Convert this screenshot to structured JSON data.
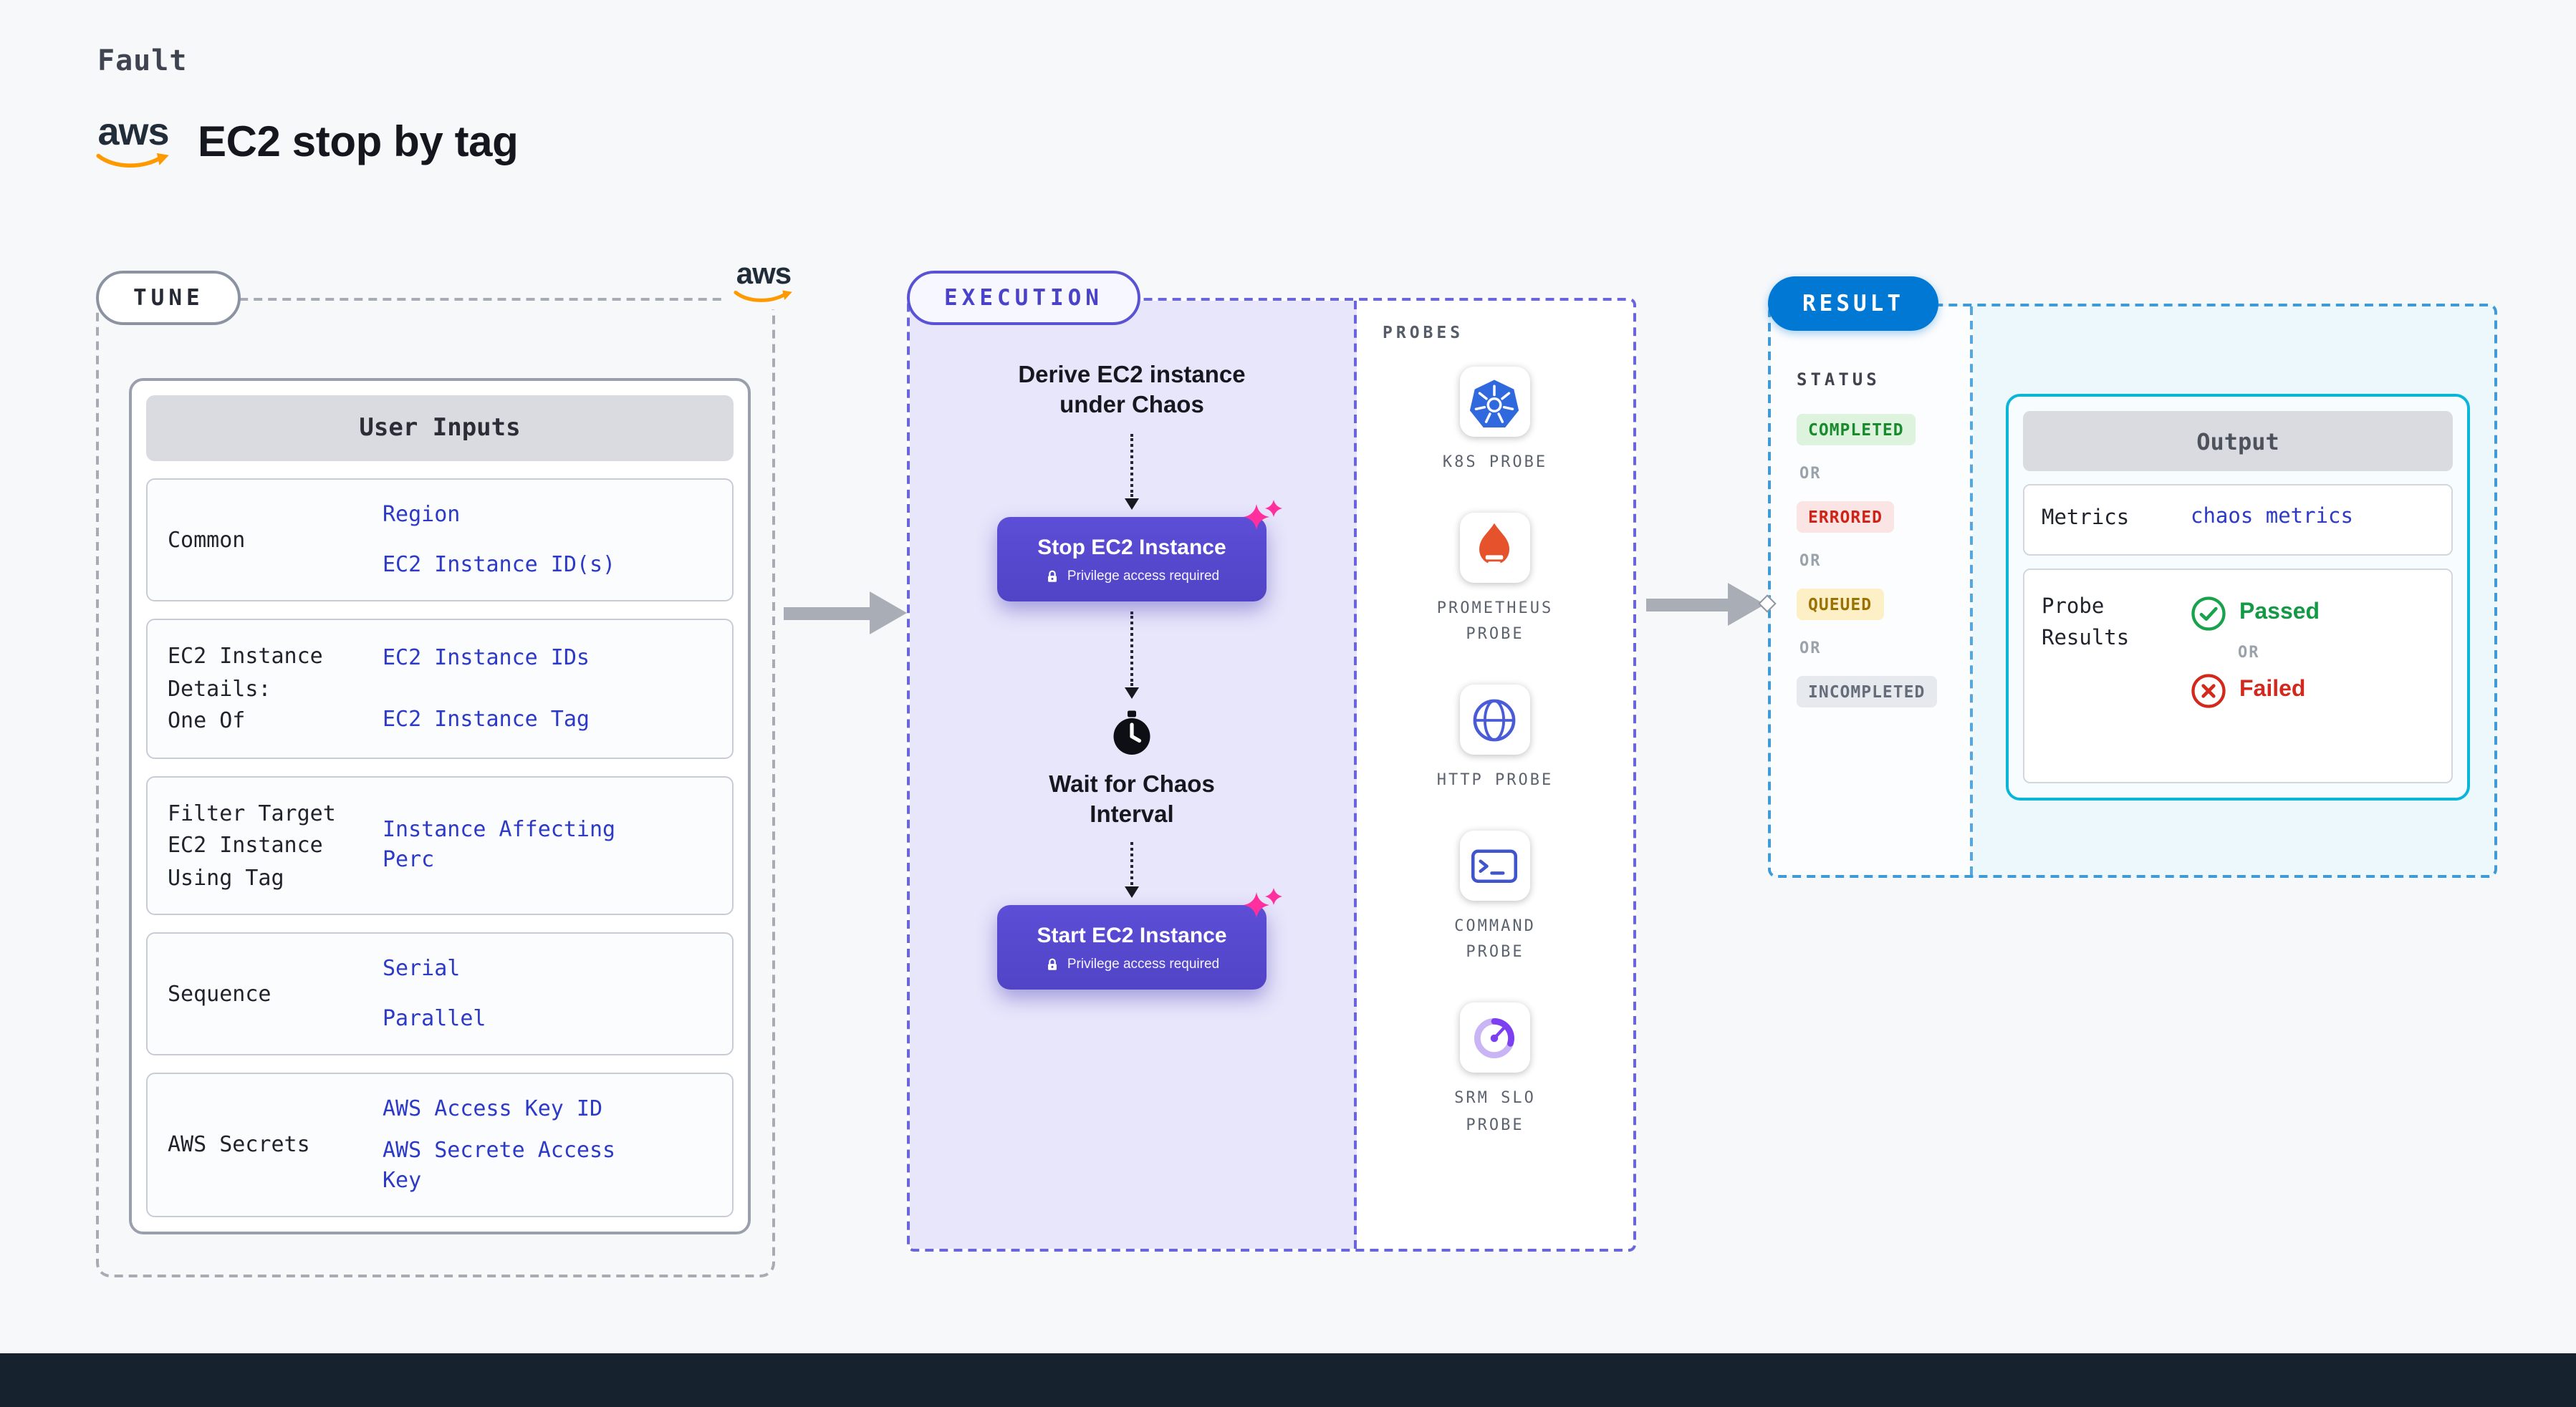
{
  "page": {
    "kicker": "Fault",
    "title": "EC2 stop by tag"
  },
  "logo": {
    "aws": "aws"
  },
  "tune": {
    "pill": "TUNE",
    "table": {
      "header": "User Inputs",
      "rows": [
        {
          "label": "Common",
          "values": [
            "Region",
            "EC2 Instance ID(s)"
          ]
        },
        {
          "label": "EC2 Instance\nDetails:\nOne Of",
          "values": [
            "EC2 Instance IDs",
            "EC2 Instance Tag"
          ]
        },
        {
          "label": "Filter Target\nEC2 Instance\nUsing Tag",
          "values": [
            "Instance Affecting\nPerc"
          ]
        },
        {
          "label": "Sequence",
          "values": [
            "Serial",
            "Parallel"
          ]
        },
        {
          "label": "AWS Secrets",
          "values": [
            "AWS Access Key ID",
            "AWS Secrete Access\nKey"
          ]
        }
      ]
    }
  },
  "execution": {
    "pill": "EXECUTION",
    "derive_label": "Derive EC2 instance\nunder Chaos",
    "stop_step": {
      "title": "Stop EC2 Instance",
      "badge": "Privilege access required"
    },
    "wait_label": "Wait for Chaos\nInterval",
    "start_step": {
      "title": "Start EC2 Instance",
      "badge": "Privilege access required"
    },
    "probes": {
      "header": "PROBES",
      "items": [
        {
          "label": "K8S PROBE",
          "icon": "k8s-probe-icon"
        },
        {
          "label": "PROMETHEUS\nPROBE",
          "icon": "prometheus-probe-icon"
        },
        {
          "label": "HTTP PROBE",
          "icon": "http-probe-icon"
        },
        {
          "label": "COMMAND\nPROBE",
          "icon": "command-probe-icon"
        },
        {
          "label": "SRM SLO\nPROBE",
          "icon": "srm-slo-probe-icon"
        }
      ]
    }
  },
  "result": {
    "pill": "RESULT",
    "status": {
      "header": "STATUS",
      "or": "OR",
      "badges": [
        {
          "label": "COMPLETED",
          "bg": "#ddf3de",
          "color": "#1a8a2e"
        },
        {
          "label": "ERRORED",
          "bg": "#fbe5e4",
          "color": "#cf2318"
        },
        {
          "label": "QUEUED",
          "bg": "#fdf0c6",
          "color": "#9c7104"
        },
        {
          "label": "INCOMPLETED",
          "bg": "#e6e9ee",
          "color": "#646d79"
        }
      ]
    },
    "output": {
      "header": "Output",
      "metrics_label": "Metrics",
      "metrics_value": "chaos metrics",
      "probe_results_label": "Probe Results",
      "passed": "Passed",
      "or": "OR",
      "failed": "Failed"
    }
  },
  "colors": {
    "step_button": "#5a4ad0",
    "sparkle": "#ff2f9d",
    "result_pill": "#0278d5",
    "output_border": "#0ab6d8",
    "passed": "#149a47",
    "failed": "#d3281c",
    "value_text": "#2c3ac6",
    "aws_orange": "#ff9900"
  }
}
